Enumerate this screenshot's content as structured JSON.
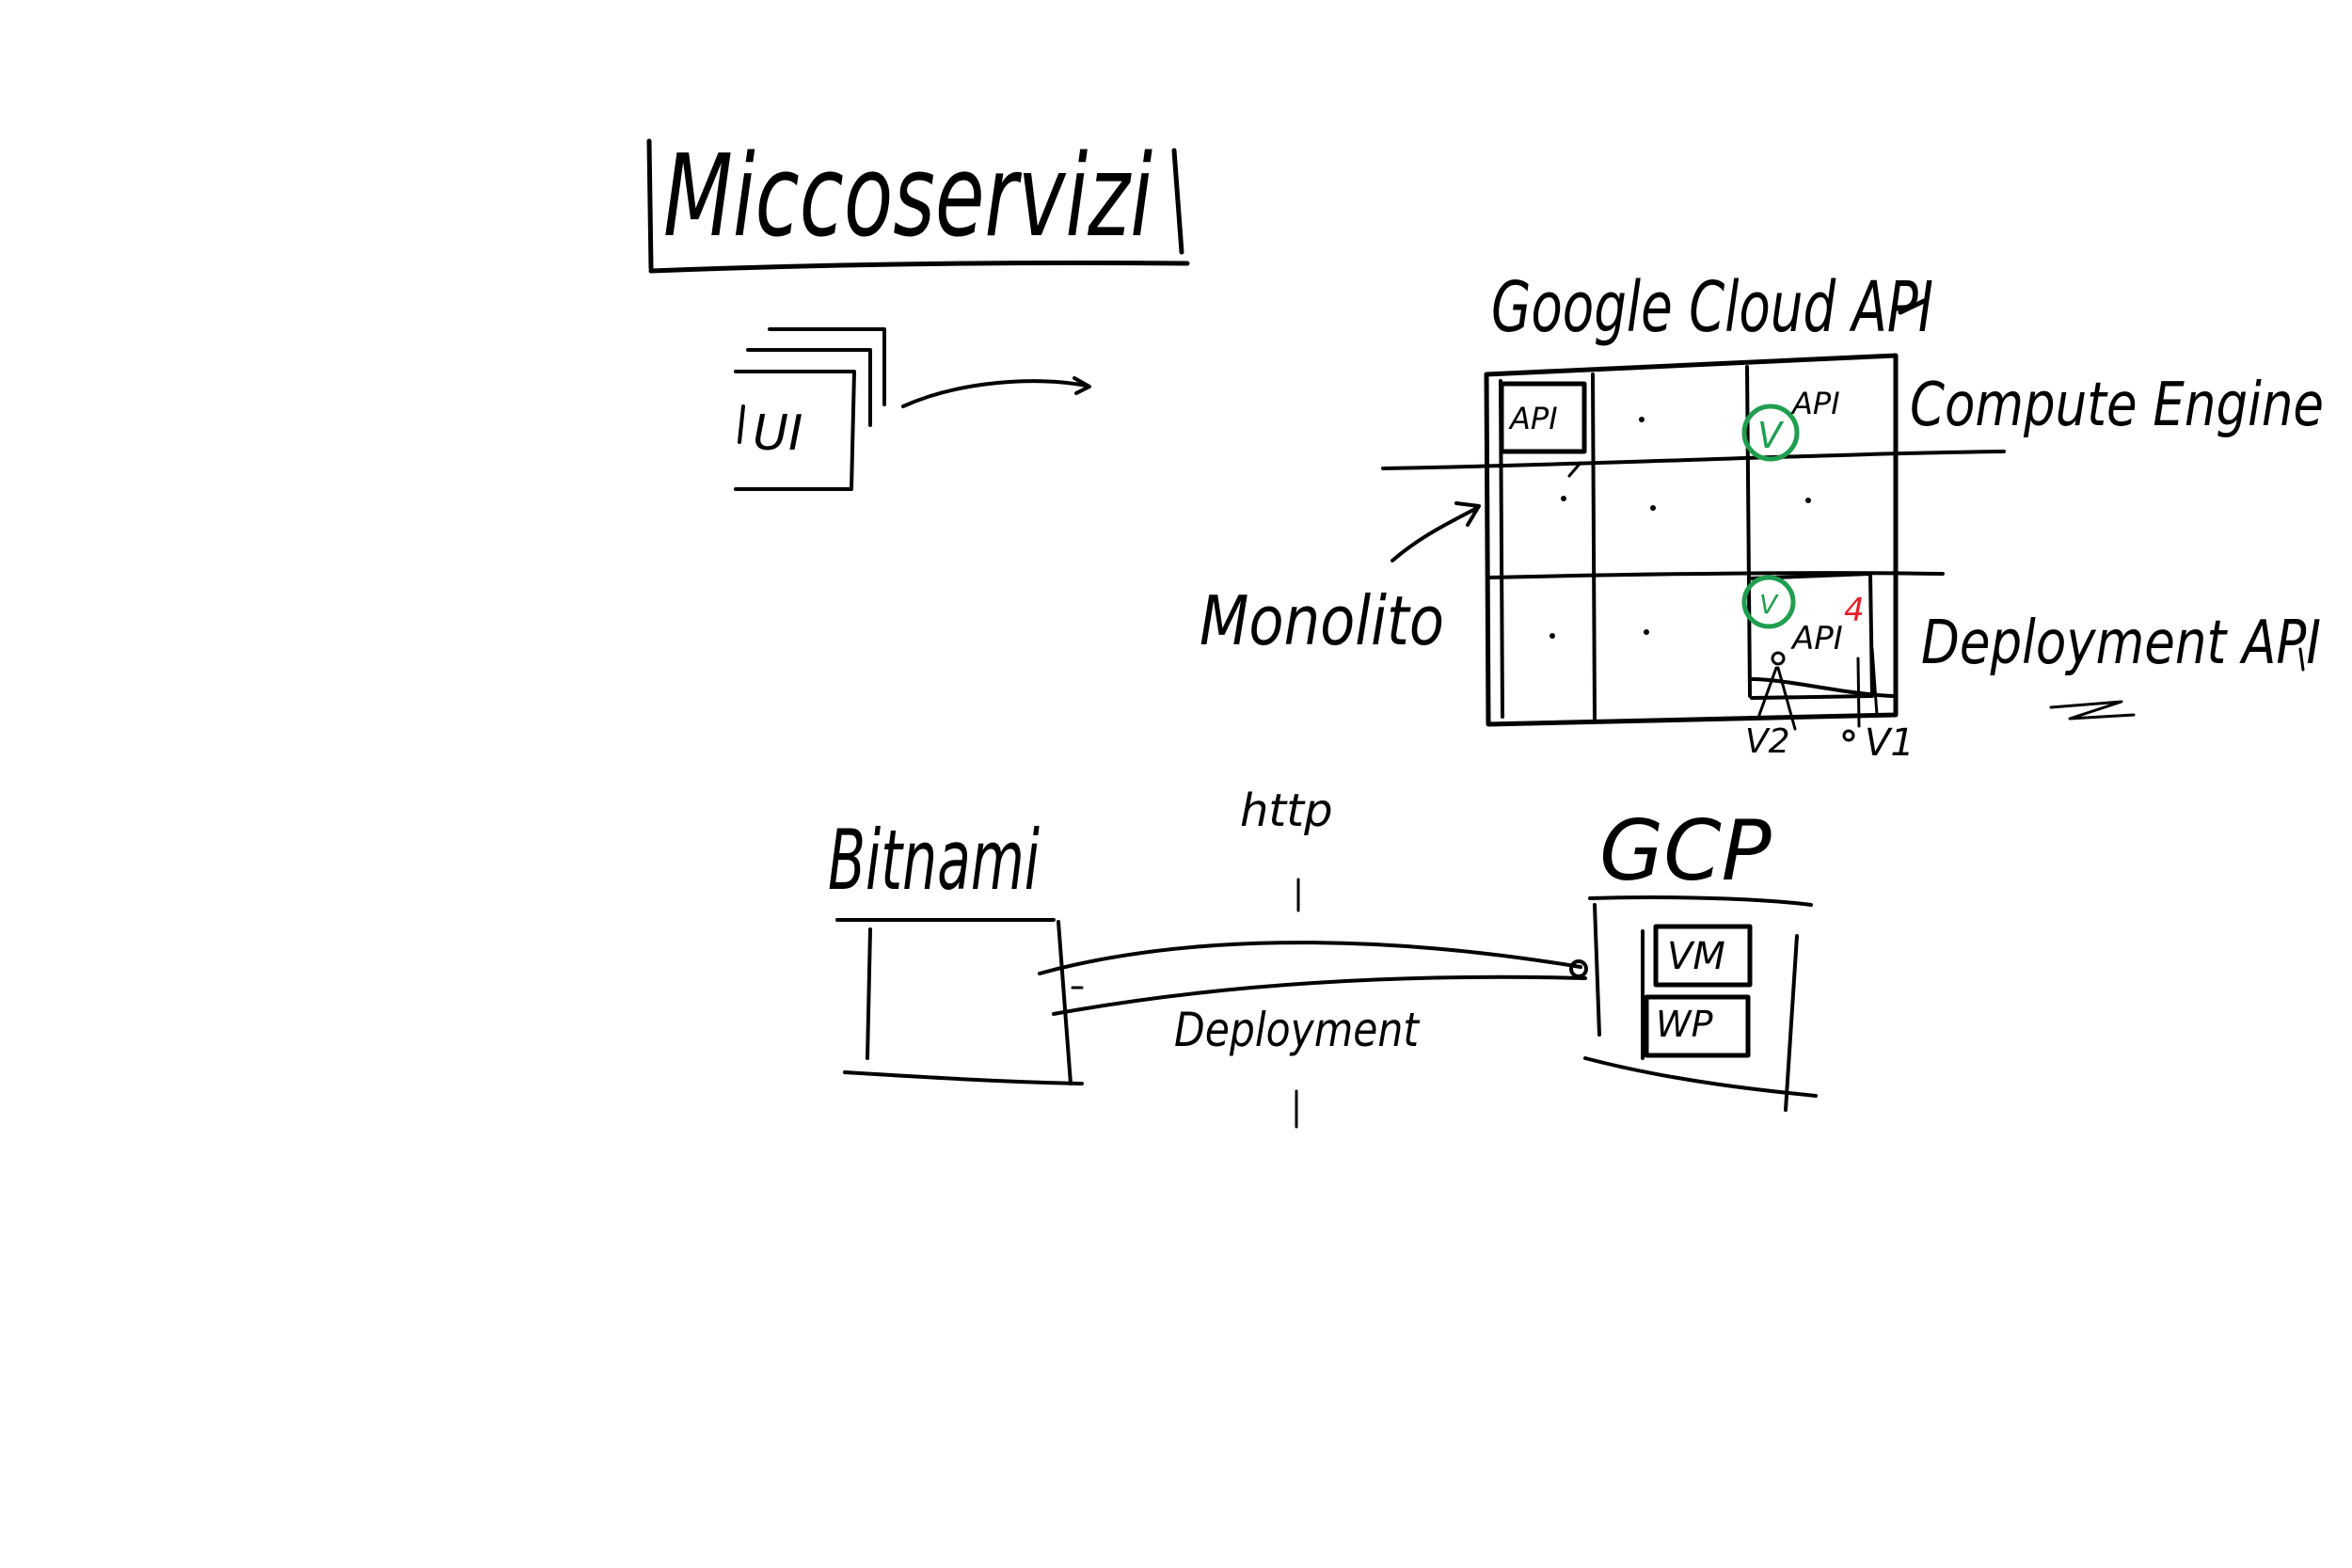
{
  "colors": {
    "ink": "#000000",
    "green_marker": "#1f9e4f",
    "red_marker": "#e0202a",
    "background": "#ffffff"
  },
  "title": "Miccoservizi",
  "ui_stack": {
    "label": "UI"
  },
  "cloud": {
    "title": "Google Cloud API",
    "cell_api_top_left": "API",
    "cell_api_top_right": "API",
    "cell_api_bottom_right": "API",
    "version_top": "V",
    "version_bottom": "V",
    "red_mark": "4",
    "label_compute": "Compute Engine",
    "label_deployment": "Deployment API",
    "label_monolito": "Monolito",
    "label_v2": "V2",
    "label_v1": "V1"
  },
  "bottom": {
    "bitnami": "Bitnami",
    "gcp": "GCP",
    "http": "http",
    "deployment": "Deployment",
    "vm": "VM",
    "wp": "WP"
  }
}
